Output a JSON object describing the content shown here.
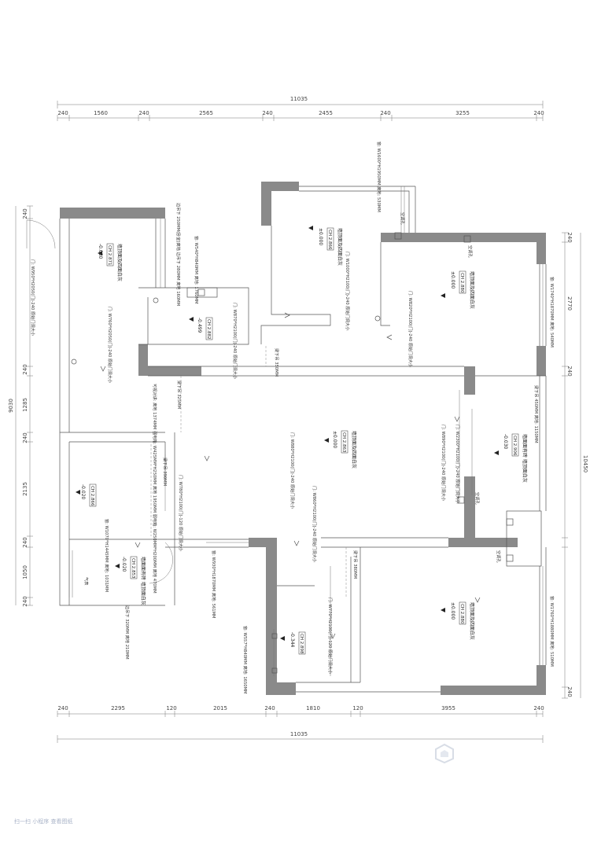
{
  "dimensions": {
    "total_top": "11035",
    "total_bottom": "11035",
    "top_segments": [
      "240",
      "1560",
      "240",
      "2565",
      "240",
      "2455",
      "240",
      "3255",
      "240"
    ],
    "bottom_segments": [
      "240",
      "2295",
      "120",
      "2015",
      "240",
      "1810",
      "120",
      "3955",
      "240"
    ],
    "left_segments": [
      "240",
      "240",
      "1285",
      "240",
      "2135",
      "240",
      "1050",
      "240"
    ],
    "left_total": "9030",
    "right_segments": [
      "240",
      "2770",
      "240",
      "240"
    ],
    "right_total": "10450"
  },
  "rooms": [
    {
      "name": "墙顶面及四面白灰",
      "ch": "CH 2.871",
      "level": "-0.030"
    },
    {
      "name": "墙顶面及四面白灰",
      "ch": "CH 2.866",
      "level": "±0.000"
    },
    {
      "name": "墙顶面及四面白灰",
      "ch": "CH 2.880",
      "level": "±0.000"
    },
    {
      "name": "",
      "ch": "CH 2.882",
      "level": "-0.499"
    },
    {
      "name": "墙顶面及四面白灰",
      "ch": "CH 2.863",
      "level": "±0.000"
    },
    {
      "name": "墙面面有砖 墙顶面白灰",
      "ch": "CH 2.906",
      "level": "-0.030"
    },
    {
      "name": "",
      "ch": "CH 2.866",
      "level": "-0.020"
    },
    {
      "name": "墙面面有砖 墙顶面白灰",
      "ch": "CH 2.853",
      "level": "-0.020"
    },
    {
      "name": "",
      "ch": "CH 2.898",
      "level": "-0.344"
    },
    {
      "name": "墙顶面及四面白灰",
      "ch": "CH 2.880",
      "level": "±0.000"
    }
  ],
  "notes": {
    "window_top": "窗: W1600*H1950MM 离地: 530MM",
    "window_right_top": "窗: W1740*H1870MM 离地: 540MM",
    "window_right_bottom": "窗: W1760*H1880MM 离地: 510MM",
    "window_mid_left": "窗: W540*H840MM 离地: 1760MM",
    "window_bottom_mid": "窗: W930*H1870MM 离地: 561MM",
    "window_bottom": "窗: W557*H840MM 离地: 1650MM",
    "window_lower_left": "窗: W1070*H1445MM 离地: 1031MM",
    "beam_1": "梁下吊 350MM",
    "beam_2": "梁下吊 325MM",
    "beam_3": "梁下吊 390MM",
    "beam_4": "梁下吊 380MM",
    "beam_5": "梁下吊 390MM",
    "beam_right": "梁下吊 450MM 离地: 1150MM",
    "edge_top": "边吊下 250MM(卧室)离墙 边吊下 280MM 离地 160MM",
    "edge_bottom": "边吊下 320MM 离地 210MM",
    "door_1": "门: W880*H2100(门)-240 原始门洞大小",
    "door_2": "门: W820*H2100(门)-240 原始门洞大小",
    "door_3": "门: W870*H2100(门)-240 原始门洞大小",
    "door_4": "门: W760*H2050(门)-240 原始门洞大小",
    "door_5": "门: W1000*H2100(门)-240 原始门洞大小",
    "door_6": "门: W890*H2100(门)-240 原始门洞大小",
    "door_7": "门: W780*H2100(门)-120 原始门洞大小",
    "door_8": "门: W860*H2100(门)-240 原始门洞大小",
    "door_9": "门: W770*H2100(门)-120 原始门洞大小",
    "door_10": "门: W2300*H2100(门)-240 原始门洞大小",
    "elec_box": "可视对讲: 离地 1374MM 强电箱: W425MM*H250MM 离地 1950MM 弱电箱: W250MM*H200MM 离地 470MM",
    "left_door": "门: W950*H2050(门)-240 原始门洞大小",
    "ac_1": "空调孔",
    "ac_2": "空调孔",
    "ac_3": "空调孔",
    "ac_4": "空调孔",
    "gas": "气表"
  },
  "watermark": "扫一扫 小程序 查看图纸"
}
